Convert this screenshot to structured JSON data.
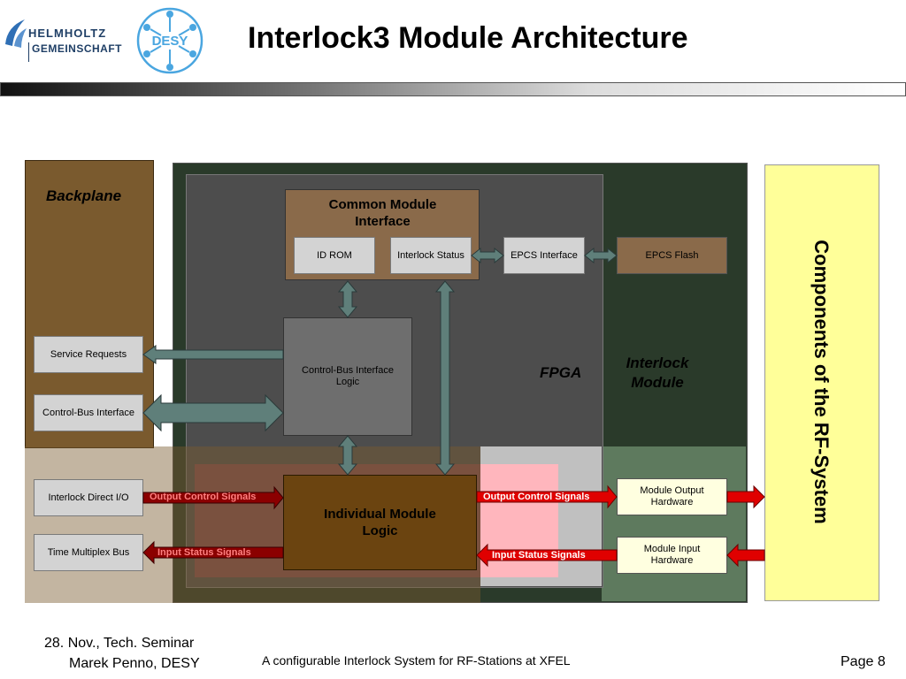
{
  "header": {
    "title": "Interlock3 Module Architecture",
    "logo_helmholtz_line1": "HELMHOLTZ",
    "logo_helmholtz_line2": "GEMEINSCHAFT",
    "logo_desy_text": "DESY"
  },
  "diagram": {
    "backplane_label": "Backplane",
    "fpga_label": "FPGA",
    "interlock_module_label": "Interlock Module",
    "rf_components_label": "Components of the RF-System",
    "common_module_interface": "Common Module Interface",
    "id_rom": "ID ROM",
    "interlock_status": "Interlock Status",
    "epcs_interface": "EPCS Interface",
    "epcs_flash": "EPCS Flash",
    "control_bus_interface_logic": "Control-Bus Interface Logic",
    "individual_module_logic": "Individual Module Logic",
    "service_requests": "Service Requests",
    "control_bus_interface": "Control-Bus Interface",
    "interlock_direct_io": "Interlock Direct I/O",
    "time_multiplex_bus": "Time Multiplex Bus",
    "output_control_signals_left": "Output Control Signals",
    "input_status_signals_left": "Input Status Signals",
    "output_control_signals_right": "Output Control Signals",
    "input_status_signals_right": "Input Status Signals",
    "module_output_hardware": "Module Output Hardware",
    "module_input_hardware": "Module Input Hardware"
  },
  "footer": {
    "date_line": "28. Nov., Tech. Seminar",
    "author_line": "Marek Penno, DESY",
    "subtitle": "A configurable Interlock System for RF-Stations at XFEL",
    "page": "Page 8"
  },
  "colors": {
    "backplane": "#7a5a2e",
    "fpga": "#4d4d4d",
    "interlock_module": "#2a3a2a",
    "rf_panel": "#ffff99",
    "red_arrow": "#e00000",
    "dark_red": "#8b0000"
  }
}
